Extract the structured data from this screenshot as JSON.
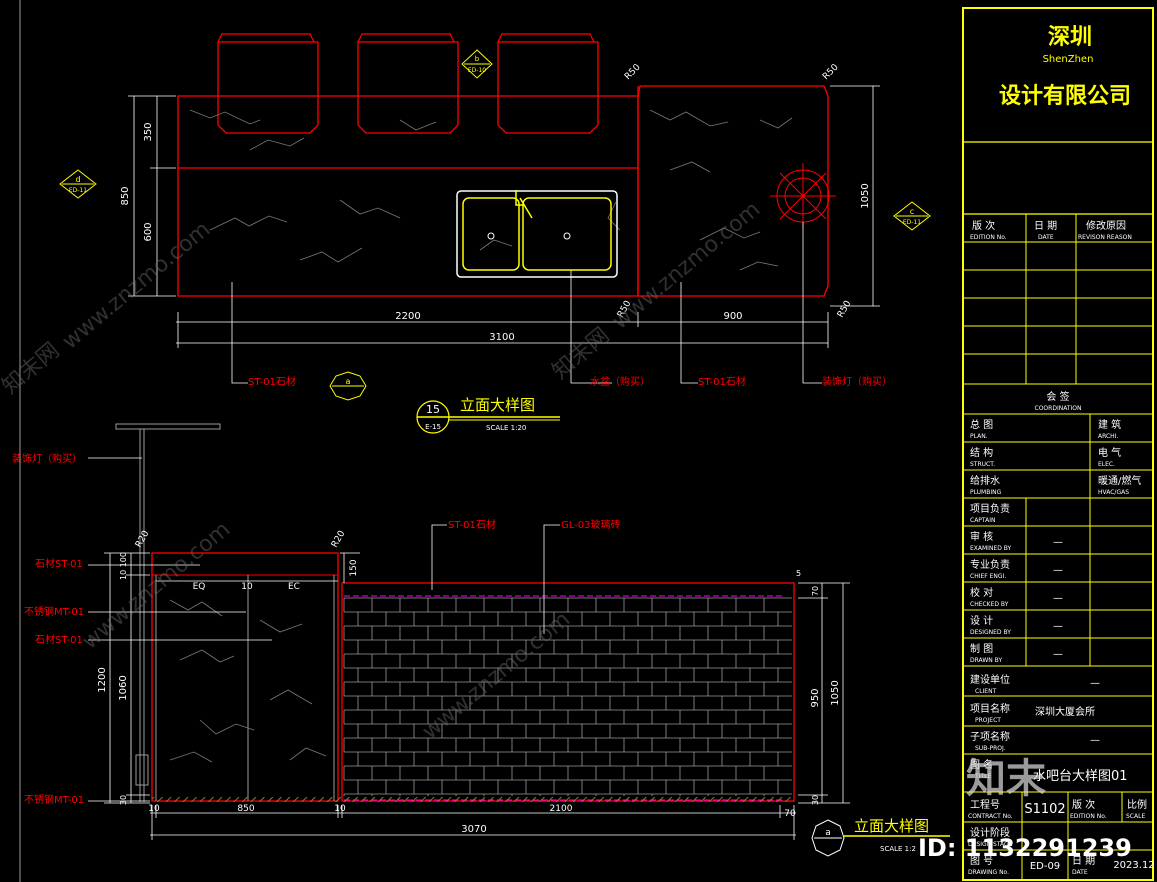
{
  "colors": {
    "background": "#000000",
    "yellow": "#ffff00",
    "red": "#ff0000",
    "white": "#ffffff",
    "grey": "#9a9a9a",
    "magenta": "#ff00ff",
    "watermark": "#5a5a5a"
  },
  "plan": {
    "dims": {
      "d2200": "2200",
      "d900": "900",
      "d3100": "3100",
      "d350": "350",
      "d600": "600",
      "d850": "850",
      "d1050": "1050"
    },
    "radii": {
      "r_top_mid": "R50",
      "r_top_right": "R50",
      "r_bot_mid": "R50",
      "r_bot_right": "R50"
    },
    "callouts": {
      "stone_left_code": "ST-01",
      "stone_left_text": "石材",
      "sink_text": "水盆（购买）",
      "stone_right_code": "ST-01",
      "stone_right_text": "石材",
      "lamp_text": "装饰灯（购买）"
    },
    "tags": {
      "left_top": "d",
      "left_bot": "ED-11",
      "right_top": "c",
      "right_bot": "ED-11",
      "top_top": "b",
      "top_bot": "ED-10",
      "bottom_tag": "a"
    },
    "title": {
      "number": "15",
      "sheet": "E-15",
      "name": "立面大样图",
      "scale": "SCALE 1:20"
    }
  },
  "elevation": {
    "dims": {
      "d10_left": "10",
      "d850": "850",
      "d10_mid": "10",
      "d2100": "2100",
      "d70_bot": "70",
      "d3070": "3070",
      "d1200": "1200",
      "d1060": "1060",
      "d10_100": "10 100",
      "d150": "150",
      "d950": "950",
      "d1050": "1050",
      "d70_top": "70",
      "d30_bot": "30",
      "d30_left": "30",
      "d5": "5",
      "eq": "EQ",
      "ec": "EC",
      "d10_eq": "10"
    },
    "radii": {
      "r_left": "R20",
      "r_right": "R20"
    },
    "callouts": {
      "lamp": "装饰灯（购买）",
      "stone1_text": "石材",
      "stone1_code": "ST-01",
      "steel1_text": "不锈钢",
      "steel1_code": "MT-01",
      "stone2_text": "石材",
      "stone2_code": "ST-01",
      "steel2_text": "不锈钢",
      "steel2_code": "MT-01",
      "top_stone_code": "ST-01",
      "top_stone_text": "石材",
      "glass_code": "GL-03",
      "glass_text": "玻璃砖"
    },
    "title": {
      "tag": "a",
      "name": "立面大样图",
      "scale": "SCALE 1:2"
    }
  },
  "titleblock": {
    "city": "深圳",
    "city_en": "ShenZhen",
    "company": "设计有限公司",
    "rev_headers": [
      {
        "cn": "版 次",
        "en": "EDITION No."
      },
      {
        "cn": "日 期",
        "en": "DATE"
      },
      {
        "cn": "修改原因",
        "en": "REVISON REASON"
      }
    ],
    "coordination": {
      "cn": "会 签",
      "en": "COORDINATION"
    },
    "coord_rows": [
      {
        "l_cn": "总 图",
        "l_en": "PLAN.",
        "r_cn": "建 筑",
        "r_en": "ARCHI."
      },
      {
        "l_cn": "结 构",
        "l_en": "STRUCT.",
        "r_cn": "电 气",
        "r_en": "ELEC."
      },
      {
        "l_cn": "给排水",
        "l_en": "PLUMBING",
        "r_cn": "暖通/燃气",
        "r_en": "HVAC/GAS"
      }
    ],
    "sign_rows": [
      {
        "cn": "项目负责",
        "en": "CAPTAIN",
        "mark": ""
      },
      {
        "cn": "审 核",
        "en": "EXAMINED BY",
        "mark": "—"
      },
      {
        "cn": "专业负责",
        "en": "CHIEF ENGI.",
        "mark": "—"
      },
      {
        "cn": "校 对",
        "en": "CHECKED BY",
        "mark": "—"
      },
      {
        "cn": "设 计",
        "en": "DESIGNED BY",
        "mark": "—"
      },
      {
        "cn": "制 图",
        "en": "DRAWN BY",
        "mark": "—"
      }
    ],
    "client": {
      "cn": "建设单位",
      "en": "CLIENT",
      "value": "—"
    },
    "project": {
      "cn": "项目名称",
      "en": "PROJECT",
      "value": "深圳大厦会所"
    },
    "subproject": {
      "cn": "子项名称",
      "en": "SUB-PROJ.",
      "value": "—"
    },
    "title": {
      "cn": "图 名",
      "en": "TITLE",
      "value": "水吧台大样图01"
    },
    "contract": {
      "cn": "工程号",
      "en": "CONTRACT No.",
      "value": "S1102"
    },
    "edition": {
      "cn": "版 次",
      "en": "EDITION No."
    },
    "scale_label": {
      "cn": "比例",
      "en": "SCALE"
    },
    "phase": {
      "cn": "设计阶段",
      "en": "DESIGN STAGE"
    },
    "drawing_no": {
      "cn": "图 号",
      "en": "DRAWING No.",
      "value": "ED-09"
    },
    "date": {
      "cn": "日 期",
      "en": "DATE",
      "value": "2023.12"
    }
  },
  "watermark": {
    "site": "www.znzmo.com",
    "brand": "知末网",
    "logo": "知末",
    "id_text": "ID: 1132291239"
  }
}
